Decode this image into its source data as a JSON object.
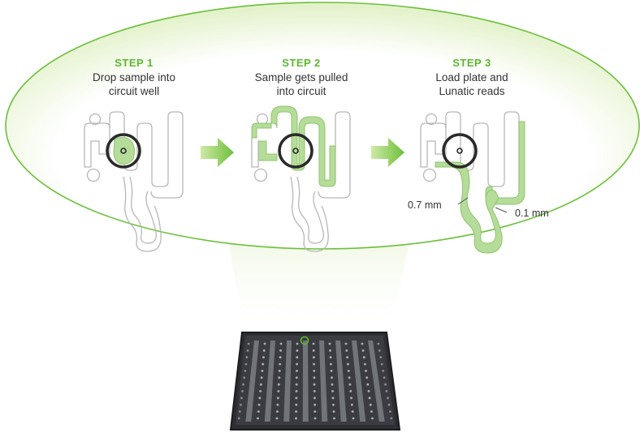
{
  "colors": {
    "accent": "#5cb82e",
    "fill": "#b5dc99",
    "fill_stroke": "#8fc46f",
    "outline": "#b7b7b7",
    "ring": "#2a2a2a",
    "plate": "#2d2e32"
  },
  "steps": [
    {
      "title": "STEP 1",
      "line1": "Drop sample into",
      "line2": "circuit well"
    },
    {
      "title": "STEP 2",
      "line1": "Sample gets pulled",
      "line2": "into circuit"
    },
    {
      "title": "STEP 3",
      "line1": "Load plate and",
      "line2": "Lunatic reads"
    }
  ],
  "callouts": {
    "large": "0.7 mm",
    "small": "0.1 mm"
  },
  "arrows": [
    "arrow-right-icon",
    "arrow-right-icon"
  ]
}
